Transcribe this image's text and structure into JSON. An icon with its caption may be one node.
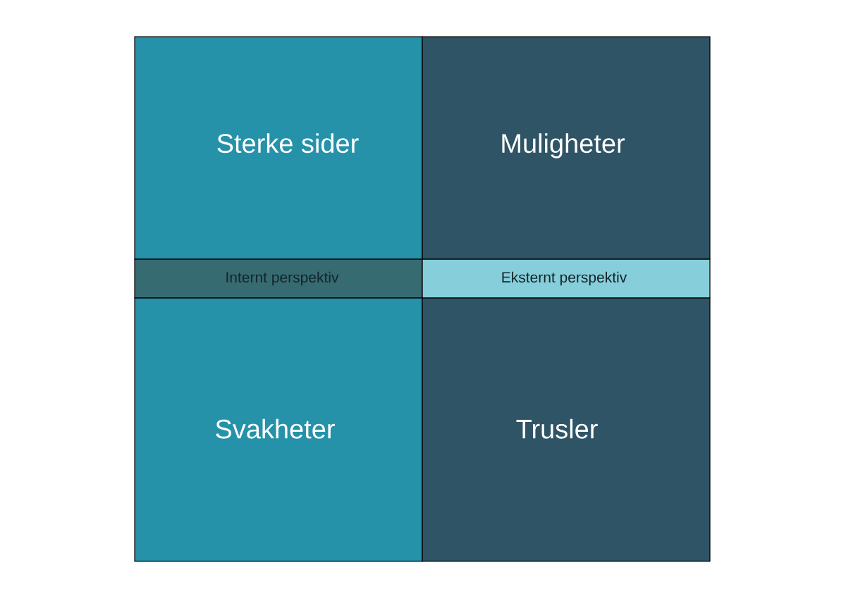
{
  "diagram": {
    "nodes": [
      {
        "text": [
          "Sterke sider"
        ]
      },
      {
        "text": [
          "Muligheter"
        ]
      },
      {
        "text": [
          "Internt perspektiv"
        ]
      },
      {
        "text": [
          "Eksternt perspektiv"
        ]
      },
      {
        "text": [
          "Svakheter"
        ]
      },
      {
        "text": [
          "Trusler"
        ]
      }
    ]
  }
}
